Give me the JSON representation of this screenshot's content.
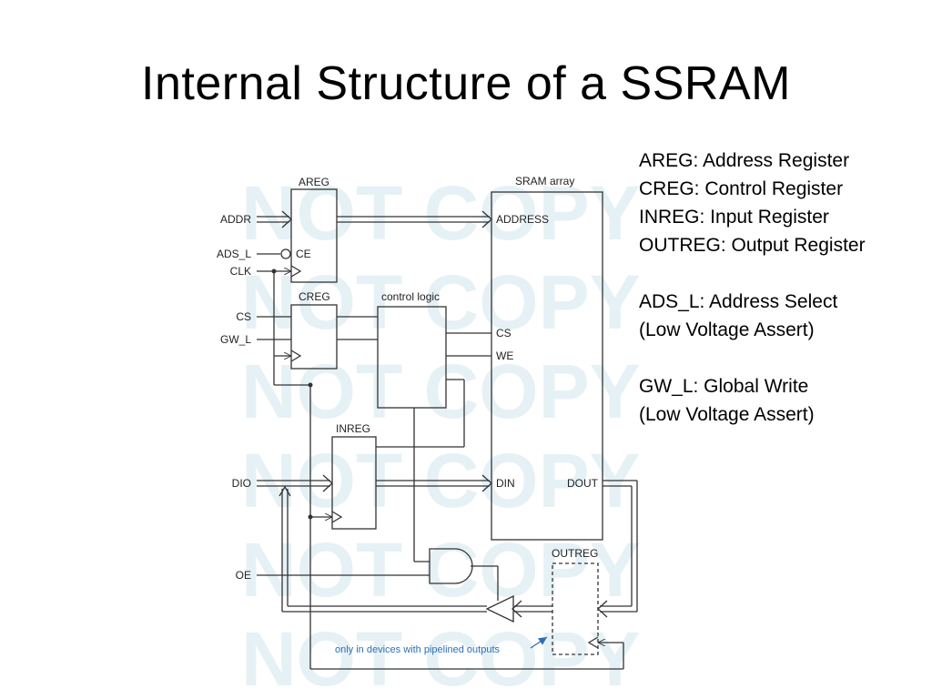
{
  "title": "Internal Structure of a SSRAM",
  "watermark_lines": [
    "NOT COPY",
    "NOT COPY",
    "NOT COPY",
    "NOT COPY",
    "NOT COPY",
    "NOT COPY"
  ],
  "diagram": {
    "blocks": {
      "areg": "AREG",
      "creg": "CREG",
      "control_logic": "control logic",
      "inreg": "INREG",
      "sram_array": "SRAM array",
      "outreg": "OUTREG"
    },
    "signals": {
      "addr": "ADDR",
      "ads_l": "ADS_L",
      "clk": "CLK",
      "cs": "CS",
      "gw_l": "GW_L",
      "dio": "DIO",
      "oe": "OE"
    },
    "ports": {
      "areg_ce": "CE",
      "sram_address": "ADDRESS",
      "sram_cs": "CS",
      "sram_we": "WE",
      "sram_din": "DIN",
      "sram_dout": "DOUT"
    },
    "annotation": "only in devices with pipelined outputs",
    "colors": {
      "line": "#333333",
      "annotation": "#2e6fb6",
      "watermark": "#e6f1f6"
    }
  },
  "legend": [
    "AREG: Address Register",
    "CREG: Control Register",
    "INREG: Input Register",
    "OUTREG: Output Register",
    "",
    "ADS_L: Address Select",
    "(Low Voltage Assert)",
    "",
    "GW_L: Global Write",
    "(Low Voltage Assert)"
  ]
}
